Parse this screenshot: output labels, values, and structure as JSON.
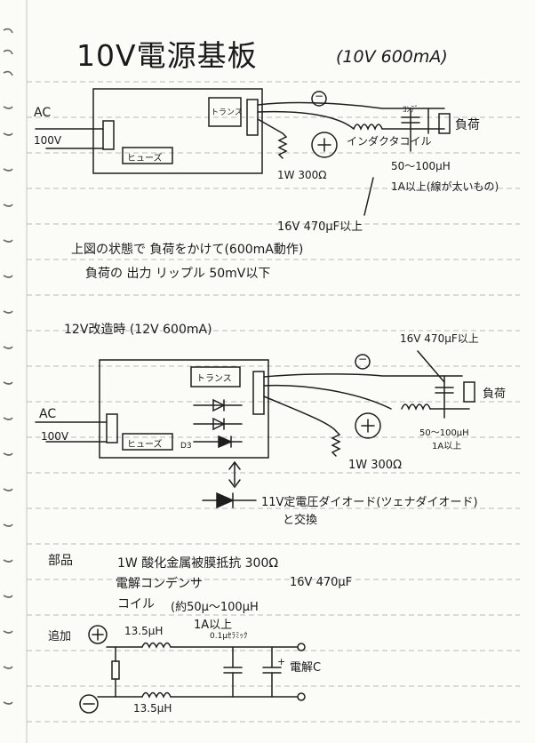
{
  "title": {
    "main": "10V電源基板",
    "sub": "(10V 600mA)"
  },
  "circuit1": {
    "ac": "AC",
    "v100": "100V",
    "transformer": "トランス",
    "fuse": "ヒューズ",
    "minus": "−",
    "plus": "+",
    "inductor": "インダクタコイル",
    "cap_label": "ｺﾝﾃﾞ",
    "load": "負荷",
    "resistor": "1W 300Ω",
    "inductor_spec1": "50〜100μH",
    "inductor_spec2": "1A以上(線が太いもの)",
    "cap_spec": "16V 470μF以上"
  },
  "notes": {
    "line1": "上図の状態で 負荷をかけて(600mA動作)",
    "line2": "負荷の 出力 リップル 50mV以下"
  },
  "circuit2": {
    "heading": "12V改造時 (12V 600mA)",
    "cap_spec": "16V 470μF以上",
    "transformer": "トランス",
    "ac": "AC",
    "v100": "100V",
    "fuse": "ヒューズ",
    "d3": "D3",
    "minus": "−",
    "plus": "+",
    "load": "負荷",
    "inductor_spec1": "50〜100μH",
    "inductor_spec2": "1A以上",
    "resistor": "1W 300Ω",
    "zener1": "11V定電圧ダイオード(ツェナダイオード)",
    "zener2": "と交換"
  },
  "parts": {
    "heading": "部品",
    "item1": "1W 酸化金属被膜抵抗 300Ω",
    "item2_name": "電解コンデンサ",
    "item2_value": "16V 470μF",
    "item3_name": "コイル",
    "item3_value": "(約50μ〜100μH",
    "item3_note": "1A以上"
  },
  "addition": {
    "label": "追加",
    "plus": "+",
    "minus": "−",
    "l_top": "13.5μH",
    "l_bottom": "13.5μH",
    "ceramic": "0.1μｾﾗﾐｯｸ",
    "electrolytic": "電解C",
    "cap_plus": "+"
  }
}
